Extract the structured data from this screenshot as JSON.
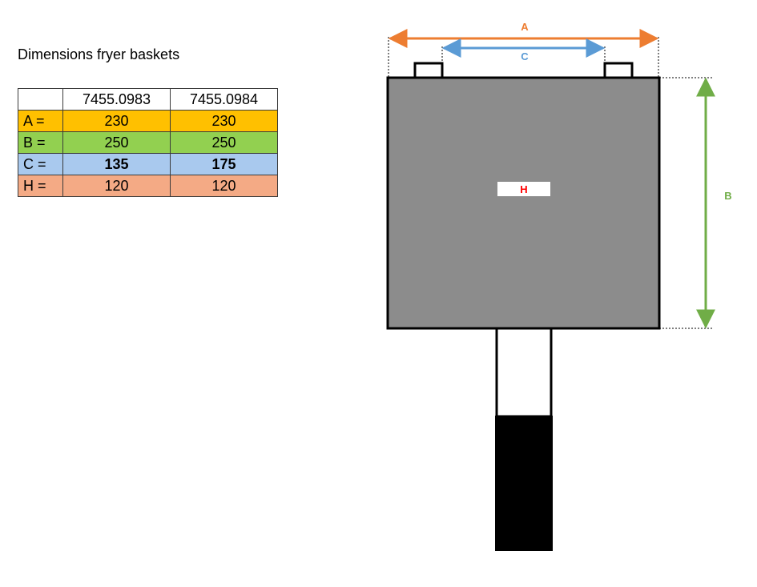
{
  "title": "Dimensions fryer baskets",
  "table": {
    "columns": [
      "7455.0983",
      "7455.0984"
    ],
    "rows": [
      {
        "label": "A =",
        "values": [
          "230",
          "230"
        ],
        "color": "#ffc000",
        "bold": false
      },
      {
        "label": "B =",
        "values": [
          "250",
          "250"
        ],
        "color": "#92d050",
        "bold": false
      },
      {
        "label": "C =",
        "values": [
          "135",
          "175"
        ],
        "color": "#a9c9ee",
        "bold": true
      },
      {
        "label": "H =",
        "values": [
          "120",
          "120"
        ],
        "color": "#f4aa85",
        "bold": false
      }
    ]
  },
  "diagram": {
    "labels": {
      "a": "A",
      "b": "B",
      "c": "C",
      "h": "H"
    },
    "colors": {
      "a": "#ed7d31",
      "b": "#70ad47",
      "c": "#5b9bd5",
      "h": "#ff0000",
      "basket": "#8c8c8c",
      "handle_grip": "#000000"
    }
  }
}
